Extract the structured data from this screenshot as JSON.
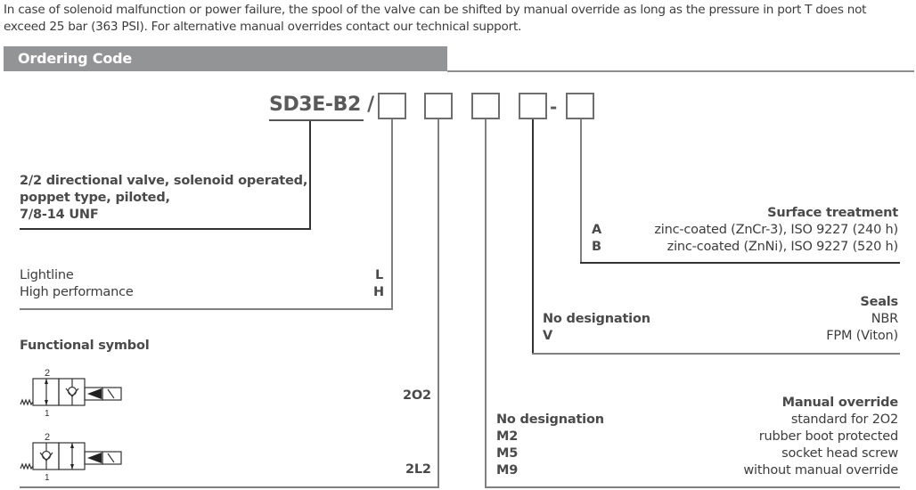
{
  "intro": {
    "line1": "In case of solenoid malfunction or power failure, the spool of the valve can be shifted by manual override as long as the pressure in port T does not",
    "line2": "exceed 25 bar (363 PSI). For alternative manual overrides contact our technical support."
  },
  "section": {
    "title": "Ordering Code"
  },
  "code": {
    "model": "SD3E-B2 /",
    "separator": "-",
    "boxes": [
      "",
      "",
      "",
      "",
      ""
    ]
  },
  "description": {
    "line1": "2/2 directional valve, solenoid operated,",
    "line2": "poppet type, piloted,",
    "line3": "7/8-14 UNF"
  },
  "version": {
    "options": [
      {
        "label": "Lightline",
        "code": "L"
      },
      {
        "label": "High performance",
        "code": "H"
      }
    ]
  },
  "functional_symbol": {
    "title": "Functional symbol",
    "options": [
      {
        "code": "2O2",
        "port_top": "2",
        "port_bottom": "1"
      },
      {
        "code": "2L2",
        "port_top": "2",
        "port_bottom": "1"
      }
    ]
  },
  "surface_treatment": {
    "title": "Surface treatment",
    "options": [
      {
        "code": "A",
        "label": "zinc-coated (ZnCr-3), ISO 9227 (240 h)"
      },
      {
        "code": "B",
        "label": "zinc-coated (ZnNi), ISO 9227 (520 h)"
      }
    ]
  },
  "seals": {
    "title": "Seals",
    "options": [
      {
        "code": "No designation",
        "label": "NBR"
      },
      {
        "code": "V",
        "label": "FPM (Viton)"
      }
    ]
  },
  "manual_override": {
    "title": "Manual override",
    "options": [
      {
        "code": "No designation",
        "label": "standard for 2O2"
      },
      {
        "code": "M2",
        "label": "rubber boot protected"
      },
      {
        "code": "M5",
        "label": "socket head screw"
      },
      {
        "code": "M9",
        "label": "without manual override"
      }
    ]
  }
}
